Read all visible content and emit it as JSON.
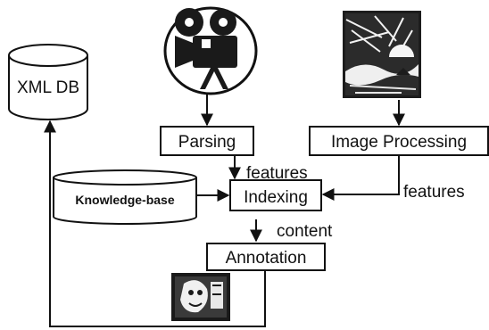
{
  "nodes": {
    "xml_db": "XML DB",
    "parsing": "Parsing",
    "image_processing": "Image Processing",
    "knowledge_base": "Knowledge-base",
    "indexing": "Indexing",
    "annotation": "Annotation"
  },
  "edges": {
    "parsing_to_indexing": "features",
    "imageproc_to_indexing": "features",
    "indexing_to_annotation": "content"
  },
  "icons": {
    "video_source": "film-camera-icon",
    "image_source": "landscape-picture-icon",
    "annotated_frame": "video-frame-thumbnail-icon"
  },
  "colors": {
    "ink": "#111111",
    "icon_dark": "#1a1a1a",
    "background": "#ffffff"
  }
}
